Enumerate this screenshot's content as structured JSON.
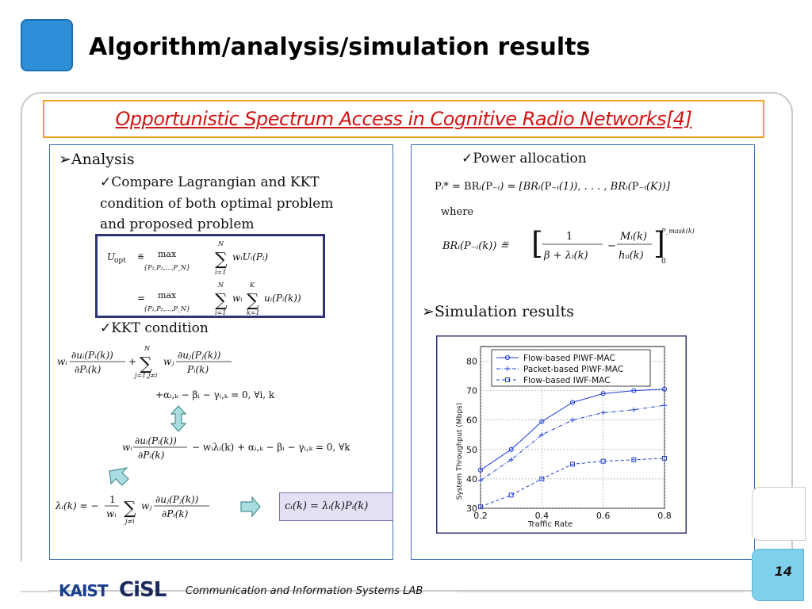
{
  "slide": {
    "title": "Algorithm/analysis/simulation results",
    "subtitle": "Opportunistic Spectrum Access in Cognitive Radio Networks[4]",
    "page_number": "14",
    "footer_text": "Communication and Information Systems LAB",
    "logo_kaist": "KAIST",
    "logo_cisl": "CiSL"
  },
  "colors": {
    "title_square": "#2f8ed8",
    "subtitle_text": "#d41414",
    "subtitle_border": "#f0a128",
    "panel_border": "#3f6fb5",
    "page_tab": "#7fd0ea",
    "series_line": "#1f3fd6"
  },
  "left_panel": {
    "heading": "➢Analysis",
    "item1": "✓Compare Lagrangian and KKT",
    "item1_line2": "condition of both optimal problem",
    "item1_line3": "and proposed problem",
    "item2": "✓KKT condition"
  },
  "right_panel": {
    "heading": "✓Power allocation",
    "where": "where",
    "sim_heading": "➢Simulation results"
  },
  "chart_data": {
    "type": "line",
    "x": [
      0.2,
      0.3,
      0.4,
      0.5,
      0.6,
      0.7,
      0.8
    ],
    "series": [
      {
        "name": "Flow-based PIWF-MAC",
        "values": [
          43,
          50,
          59.5,
          66,
          69,
          70,
          70.5
        ],
        "marker": "o",
        "dash": "solid"
      },
      {
        "name": "Packet-based PIWF-MAC",
        "values": [
          39.5,
          46.5,
          55,
          60,
          62.5,
          63.5,
          65
        ],
        "marker": "+",
        "dash": "dashdot"
      },
      {
        "name": "Flow-based IWF-MAC",
        "values": [
          30.5,
          34.5,
          40,
          45,
          46,
          46.5,
          47
        ],
        "marker": "s",
        "dash": "dashed"
      }
    ],
    "xlabel": "Traffic Rate",
    "ylabel": "System Throughput (Mbps)",
    "xlim": [
      0.2,
      0.8
    ],
    "ylim": [
      30,
      85
    ],
    "xticks": [
      0.2,
      0.4,
      0.6,
      0.8
    ],
    "yticks": [
      30,
      40,
      50,
      60,
      70,
      80
    ],
    "grid": true,
    "legend": "top"
  }
}
